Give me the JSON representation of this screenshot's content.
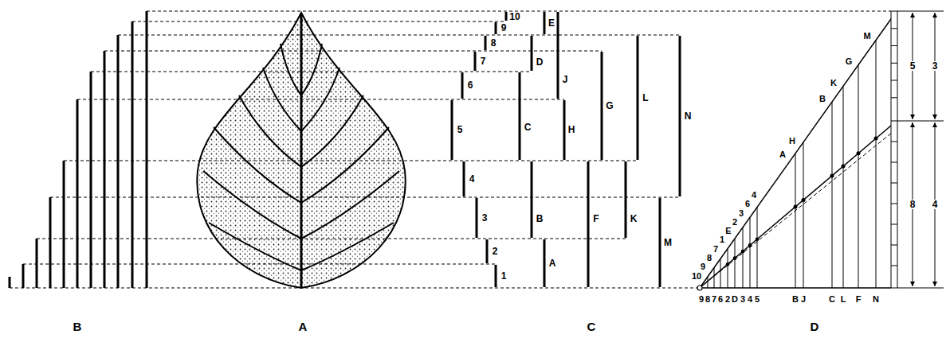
{
  "diagram": {
    "labels": [
      "1",
      "2",
      "3",
      "4",
      "5",
      "6",
      "7",
      "8",
      "9",
      "10",
      "A",
      "B",
      "C",
      "D",
      "E",
      "F",
      "G",
      "H",
      "J",
      "K",
      "L",
      "M",
      "N",
      "10",
      "9",
      "8",
      "7",
      "1",
      "E",
      "2",
      "3",
      "6",
      "4",
      "A",
      "H",
      "B",
      "K",
      "G",
      "M",
      "9",
      "8",
      "7",
      "6",
      "2",
      "D",
      "3",
      "4",
      "5",
      "B",
      "J",
      "C",
      "L",
      "F",
      "N",
      "5",
      "8",
      "3",
      "4",
      "B",
      "A",
      "C",
      "D"
    ]
  }
}
